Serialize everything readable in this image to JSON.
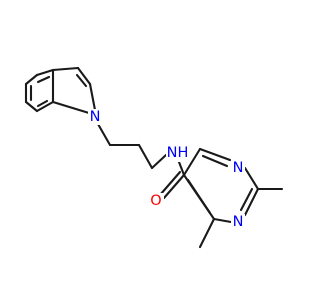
{
  "molecule": {
    "atoms": [
      {
        "id": "O1",
        "label": "O",
        "color": "#ff0000"
      },
      {
        "id": "NH",
        "label": "N",
        "sub": "H",
        "color": "#0000ff"
      },
      {
        "id": "N_ind",
        "label": "N",
        "color": "#0000ff"
      },
      {
        "id": "N_pyr1",
        "label": "N",
        "color": "#0000ff"
      },
      {
        "id": "N_pyr2",
        "label": "N",
        "color": "#0000ff"
      }
    ]
  }
}
